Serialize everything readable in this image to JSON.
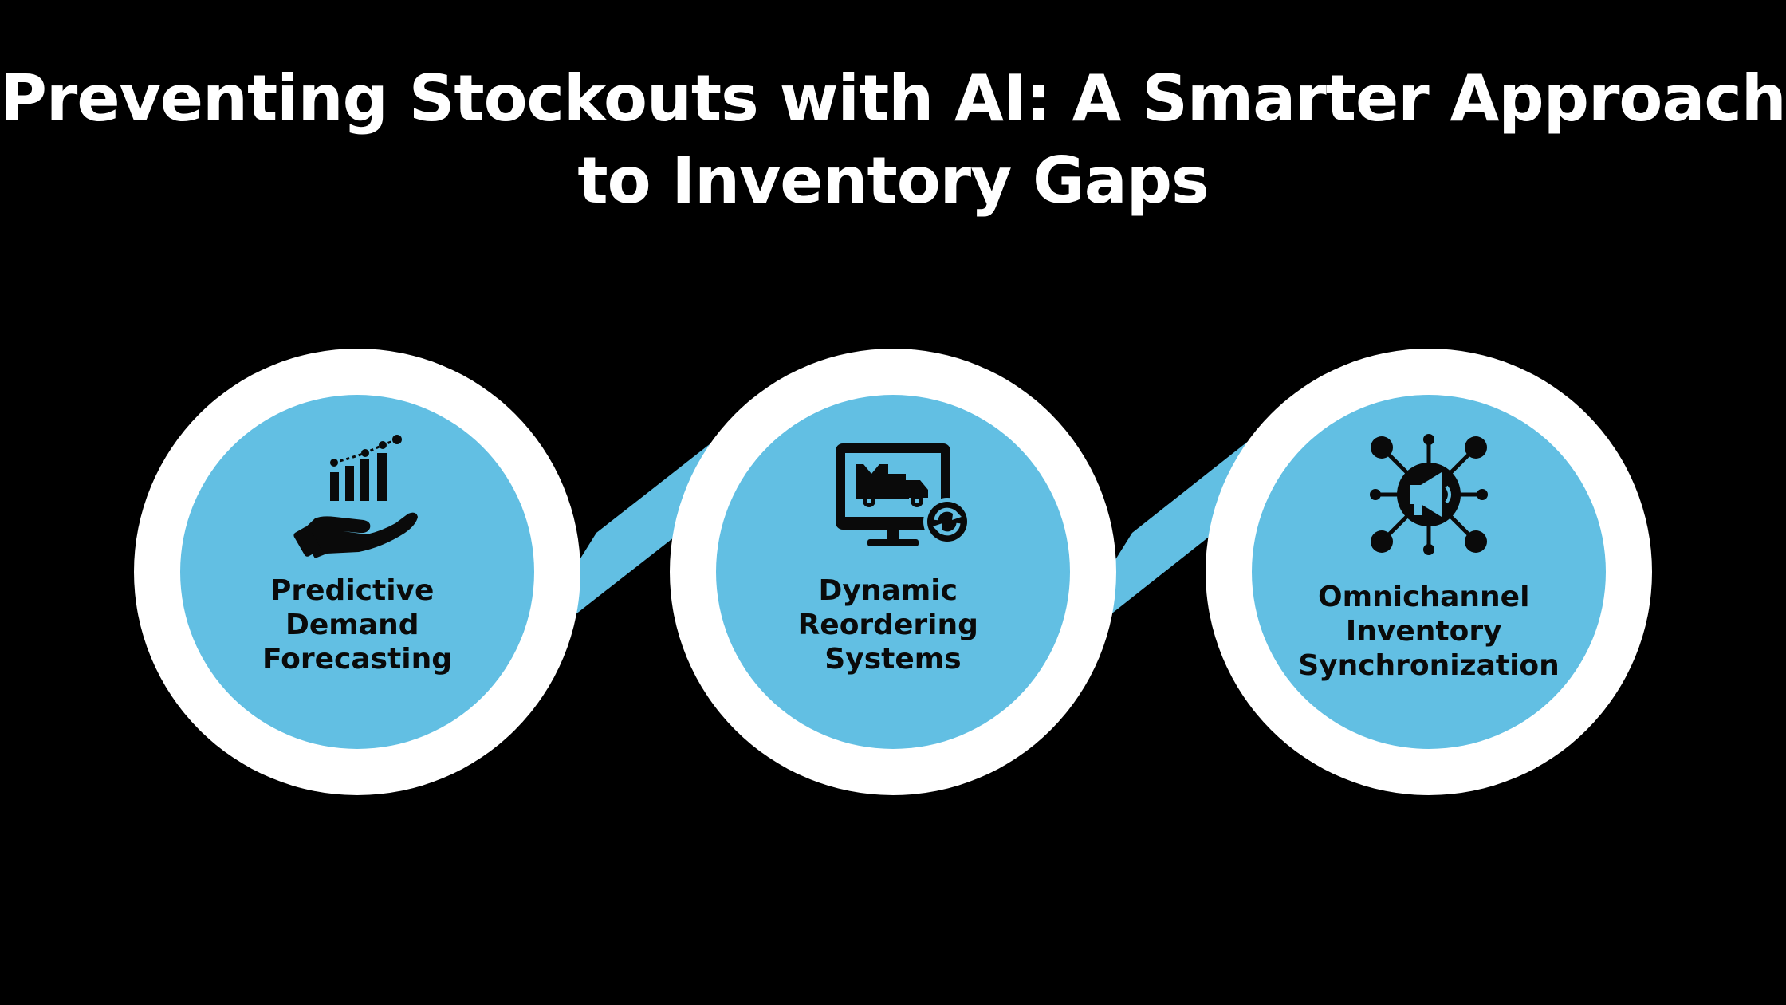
{
  "title": {
    "line1": "Preventing Stockouts with AI: A Smarter Approach",
    "line2": "to Inventory Gaps"
  },
  "colors": {
    "background": "#000000",
    "ring": "#ffffff",
    "accent": "#62bfe3",
    "text": "#0a0a0a"
  },
  "steps": [
    {
      "icon": "hand-chart-icon",
      "lines": [
        "Predictive",
        "Demand",
        "Forecasting"
      ]
    },
    {
      "icon": "monitor-delivery-truck-icon",
      "lines": [
        "Dynamic",
        "Reordering",
        "Systems"
      ]
    },
    {
      "icon": "network-megaphone-icon",
      "lines": [
        "Omnichannel",
        "Inventory",
        "Synchronization"
      ]
    }
  ]
}
